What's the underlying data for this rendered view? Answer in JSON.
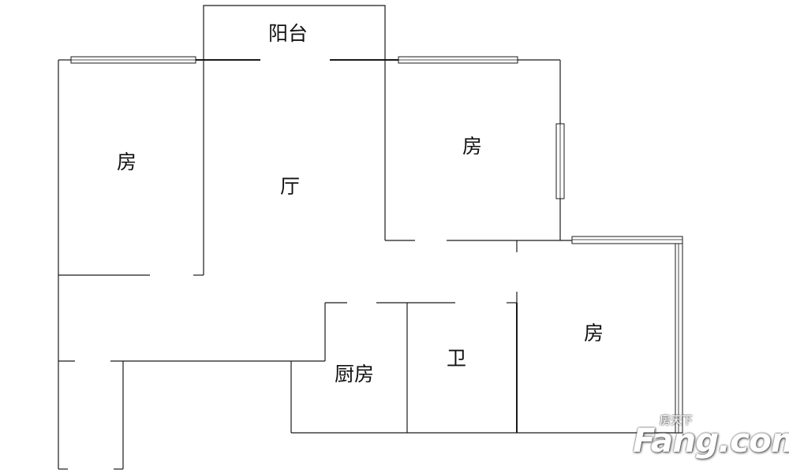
{
  "rooms": {
    "balcony": "阳台",
    "living_room": "厅",
    "bedroom_left": "房",
    "bedroom_top_right": "房",
    "bedroom_bottom_right": "房",
    "kitchen": "厨房",
    "bathroom": "卫"
  },
  "watermark": {
    "brand": "Fang.com",
    "subtitle": "房天下"
  }
}
